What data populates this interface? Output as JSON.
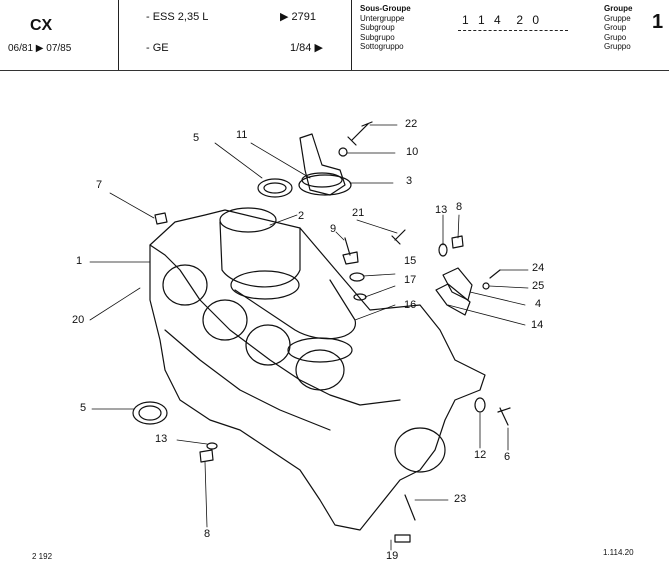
{
  "header": {
    "model": "CX",
    "dates": "06/81 ▶ 07/85",
    "engine_line": "- ESS 2,35 L",
    "engine_code": "▶ 2791",
    "ge_line": "- GE",
    "ge_code": "1/84 ▶",
    "subgroup_labels": [
      "Sous-Groupe",
      "Untergruppe",
      "Subgroup",
      "Subgrupo",
      "Sottogruppo"
    ],
    "subgroup_number": "1 1 4  2 0",
    "group_labels": [
      "Groupe",
      "Gruppe",
      "Group",
      "Grupo",
      "Gruppo"
    ],
    "group_number": "1"
  },
  "callouts": [
    "1",
    "2",
    "3",
    "4",
    "5",
    "5",
    "6",
    "7",
    "8",
    "8",
    "9",
    "10",
    "11",
    "12",
    "13",
    "13",
    "14",
    "15",
    "16",
    "17",
    "20",
    "21",
    "22",
    "23",
    "24",
    "25",
    "19"
  ],
  "footer": {
    "left": "2 192",
    "right": "1.114.20"
  }
}
